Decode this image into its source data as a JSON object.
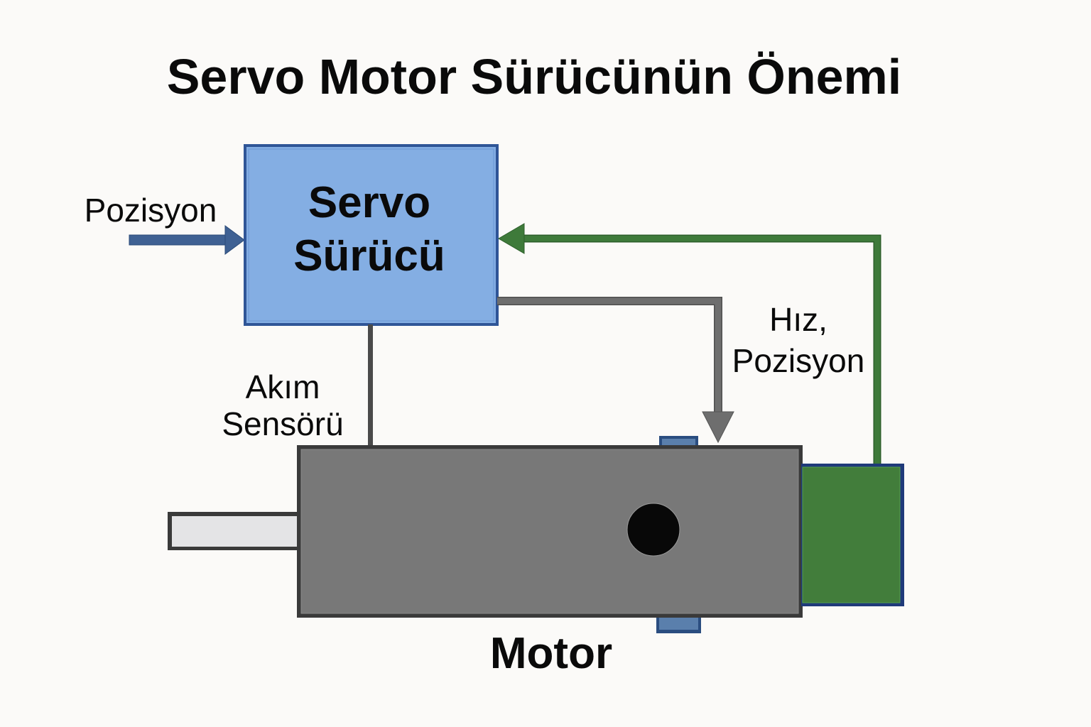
{
  "title": "Servo Motor Sürücünün Önemi",
  "nodes": {
    "servo_driver": {
      "line1": "Servo",
      "line2": "Sürücü"
    },
    "motor": {
      "label": "Motor"
    }
  },
  "labels": {
    "input_position": "Pozisyon",
    "current_sensor_line1": "Akım",
    "current_sensor_line2": "Sensörü",
    "feedback_line1": "Hız,",
    "feedback_line2": "Pozisyon"
  },
  "colors": {
    "background": "#fbfaf8",
    "driver_fill": "#84aee3",
    "driver_border": "#2f5597",
    "input_arrow": "#3f6193",
    "drive_arrow": "#6e6e6e",
    "feedback_arrow": "#3e7a3a",
    "motor_body": "#787878",
    "motor_border": "#3a3a3a",
    "shaft_fill": "#e4e4e6",
    "encoder_fill": "#427d3b",
    "encoder_border": "#1f3a7a",
    "tab_fill": "#5a7fac",
    "tab_border": "#2a4d80",
    "rotor_dot": "#080808"
  }
}
